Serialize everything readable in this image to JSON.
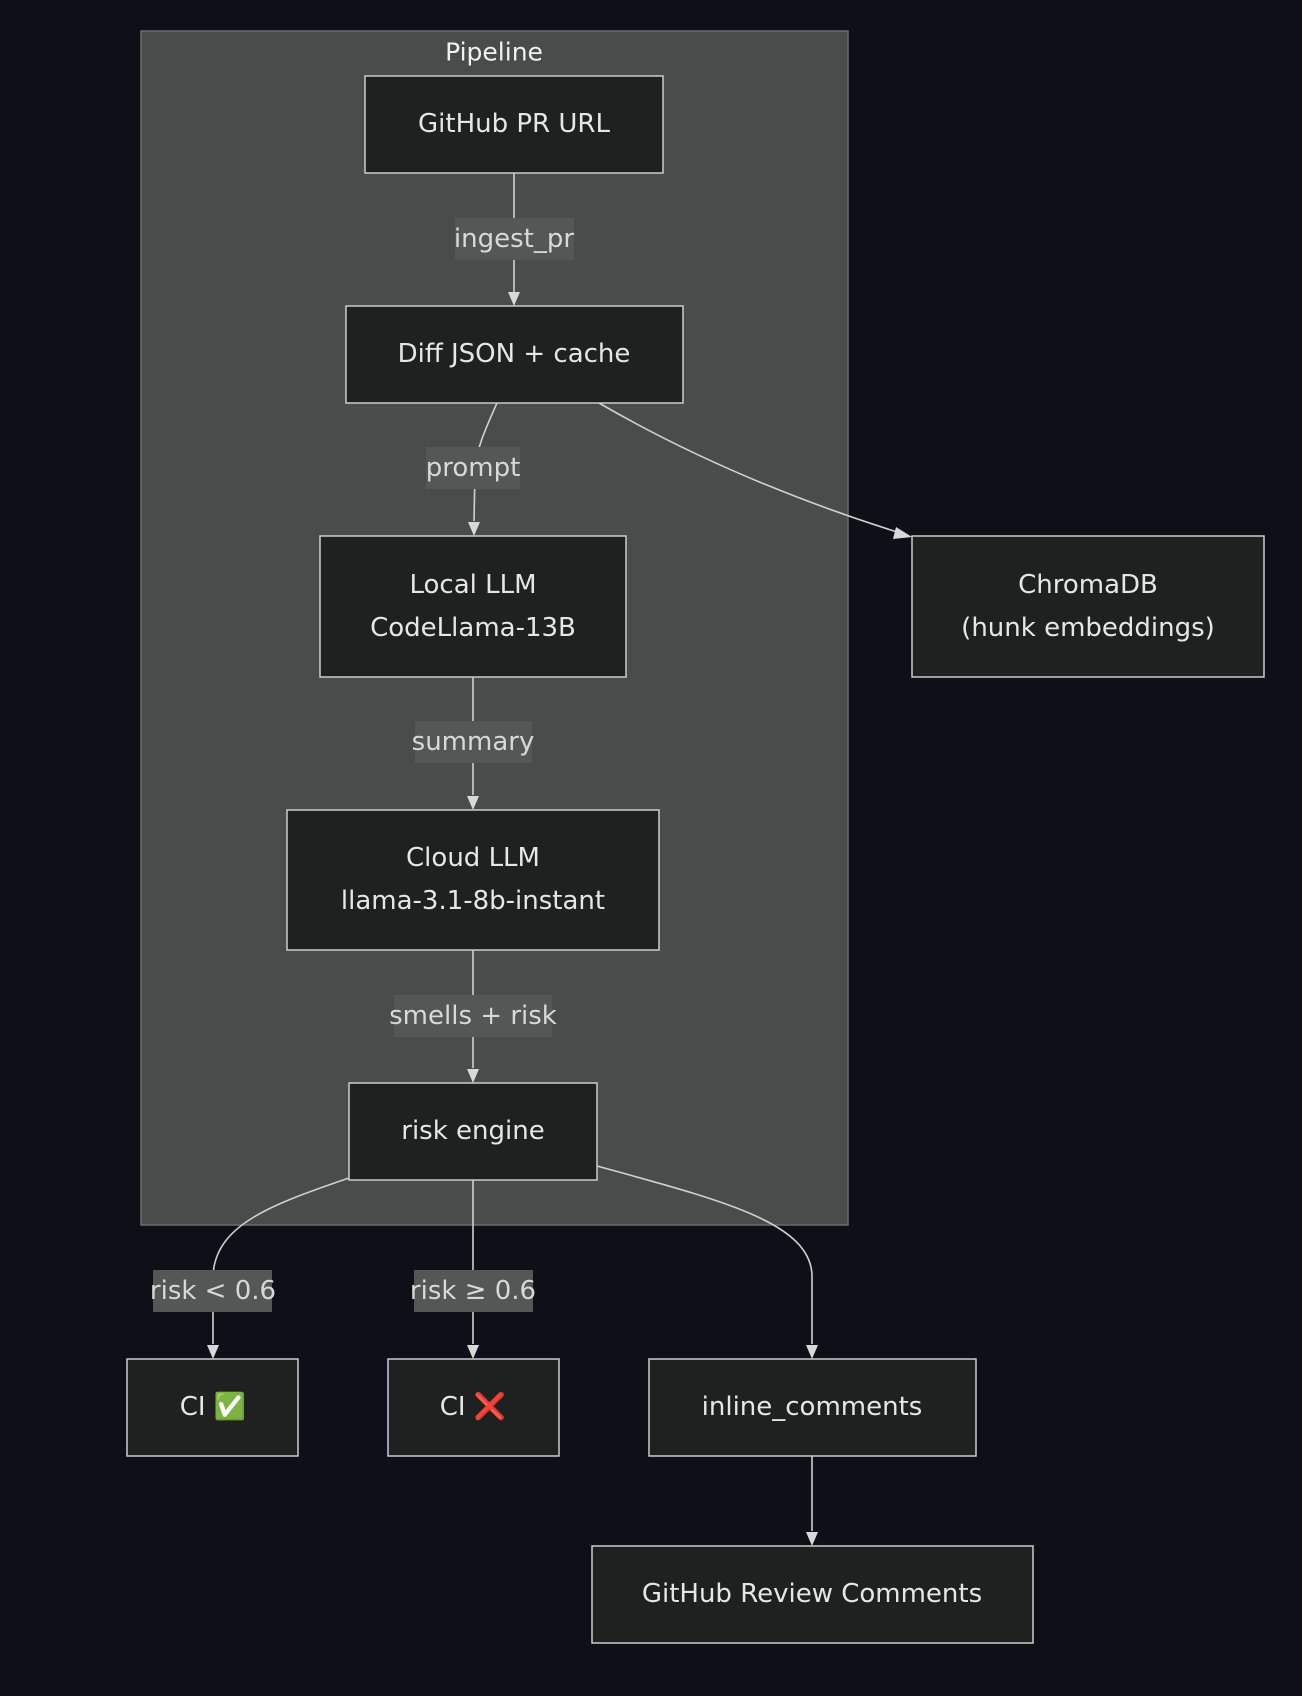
{
  "diagram": {
    "type": "flowchart",
    "cluster": {
      "label": "Pipeline"
    },
    "nodes": {
      "pr_url": {
        "lines": [
          "GitHub PR URL"
        ]
      },
      "diff": {
        "lines": [
          "Diff JSON + cache"
        ]
      },
      "local_llm": {
        "lines": [
          "Local LLM",
          "CodeLlama-13B"
        ]
      },
      "chroma": {
        "lines": [
          "ChromaDB",
          "(hunk embeddings)"
        ]
      },
      "cloud_llm": {
        "lines": [
          "Cloud LLM",
          "llama-3.1-8b-instant"
        ]
      },
      "risk": {
        "lines": [
          "risk engine"
        ]
      },
      "ci_pass": {
        "lines": [
          "CI ✅"
        ]
      },
      "ci_fail": {
        "lines": [
          "CI ❌"
        ]
      },
      "inline": {
        "lines": [
          "inline_comments"
        ]
      },
      "review": {
        "lines": [
          "GitHub Review Comments"
        ]
      }
    },
    "edges": [
      {
        "from": "pr_url",
        "to": "diff",
        "label": "ingest_pr"
      },
      {
        "from": "diff",
        "to": "local_llm",
        "label": "prompt"
      },
      {
        "from": "diff",
        "to": "chroma",
        "label": ""
      },
      {
        "from": "local_llm",
        "to": "cloud_llm",
        "label": "summary"
      },
      {
        "from": "cloud_llm",
        "to": "risk",
        "label": "smells + risk"
      },
      {
        "from": "risk",
        "to": "ci_pass",
        "label": "risk < 0.6"
      },
      {
        "from": "risk",
        "to": "ci_fail",
        "label": "risk ≥ 0.6"
      },
      {
        "from": "risk",
        "to": "inline",
        "label": ""
      },
      {
        "from": "inline",
        "to": "review",
        "label": ""
      }
    ],
    "colors": {
      "background": "#0d1117",
      "cluster_fill": "#4a4b4b",
      "node_fill": "#1f2020",
      "node_stroke": "#cccccc",
      "edge": "#d0d0d0",
      "edge_label_bg": "#555656",
      "text": "#e6e6e6",
      "pass_icon": "#2ea043",
      "fail_icon": "#e02020"
    }
  }
}
